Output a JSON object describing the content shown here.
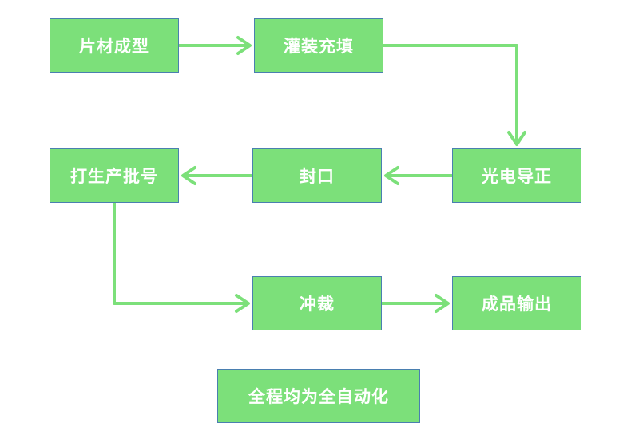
{
  "colors": {
    "node_fill": "#7ce07a",
    "node_border": "#4a7fb0",
    "connector": "#7ce07a",
    "text": "#ffffff"
  },
  "nodes": {
    "sheet_forming": "片材成型",
    "filling": "灌装充填",
    "photoelectric_alignment": "光电导正",
    "sealing": "封口",
    "batch_number_printing": "打生产批号",
    "punching": "冲裁",
    "product_output": "成品输出"
  },
  "note": "全程均为全自动化",
  "edges": [
    {
      "from": "sheet_forming",
      "to": "filling"
    },
    {
      "from": "filling",
      "to": "photoelectric_alignment"
    },
    {
      "from": "photoelectric_alignment",
      "to": "sealing"
    },
    {
      "from": "sealing",
      "to": "batch_number_printing"
    },
    {
      "from": "batch_number_printing",
      "to": "punching"
    },
    {
      "from": "punching",
      "to": "product_output"
    }
  ]
}
